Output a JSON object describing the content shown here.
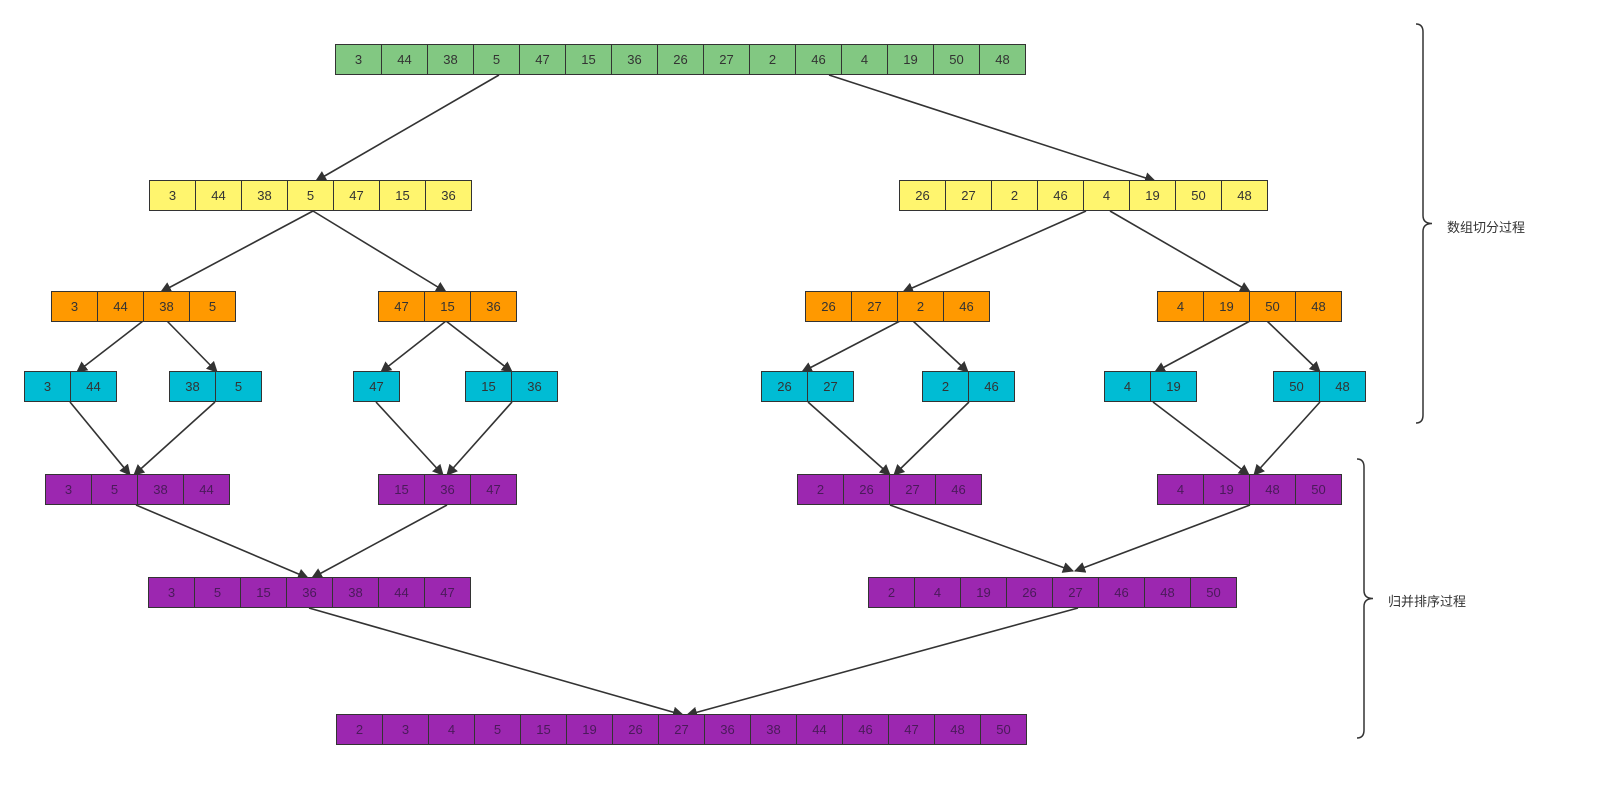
{
  "colors": {
    "split_levels": [
      "#82c882",
      "#fff56e",
      "#ff9900",
      "#00bcd4"
    ],
    "merge": "#9c27b0",
    "line": "#333333"
  },
  "labels": {
    "split": "数组切分过程",
    "merge": "归并排序过程"
  },
  "arrays": {
    "root": [
      "3",
      "44",
      "38",
      "5",
      "47",
      "15",
      "36",
      "26",
      "27",
      "2",
      "46",
      "4",
      "19",
      "50",
      "48"
    ],
    "l1_left": [
      "3",
      "44",
      "38",
      "5",
      "47",
      "15",
      "36"
    ],
    "l1_right": [
      "26",
      "27",
      "2",
      "46",
      "4",
      "19",
      "50",
      "48"
    ],
    "l2_a": [
      "3",
      "44",
      "38",
      "5"
    ],
    "l2_b": [
      "47",
      "15",
      "36"
    ],
    "l2_c": [
      "26",
      "27",
      "2",
      "46"
    ],
    "l2_d": [
      "4",
      "19",
      "50",
      "48"
    ],
    "l3_a": [
      "3",
      "44"
    ],
    "l3_b": [
      "38",
      "5"
    ],
    "l3_c": [
      "47"
    ],
    "l3_d": [
      "15",
      "36"
    ],
    "l3_e": [
      "26",
      "27"
    ],
    "l3_f": [
      "2",
      "46"
    ],
    "l3_g": [
      "4",
      "19"
    ],
    "l3_h": [
      "50",
      "48"
    ],
    "m1_a": [
      "3",
      "5",
      "38",
      "44"
    ],
    "m1_b": [
      "15",
      "36",
      "47"
    ],
    "m1_c": [
      "2",
      "26",
      "27",
      "46"
    ],
    "m1_d": [
      "4",
      "19",
      "48",
      "50"
    ],
    "m2_left": [
      "3",
      "5",
      "15",
      "36",
      "38",
      "44",
      "47"
    ],
    "m2_right": [
      "2",
      "4",
      "19",
      "26",
      "27",
      "46",
      "48",
      "50"
    ],
    "final": [
      "2",
      "3",
      "4",
      "5",
      "15",
      "19",
      "26",
      "27",
      "36",
      "38",
      "44",
      "46",
      "47",
      "48",
      "50"
    ]
  }
}
